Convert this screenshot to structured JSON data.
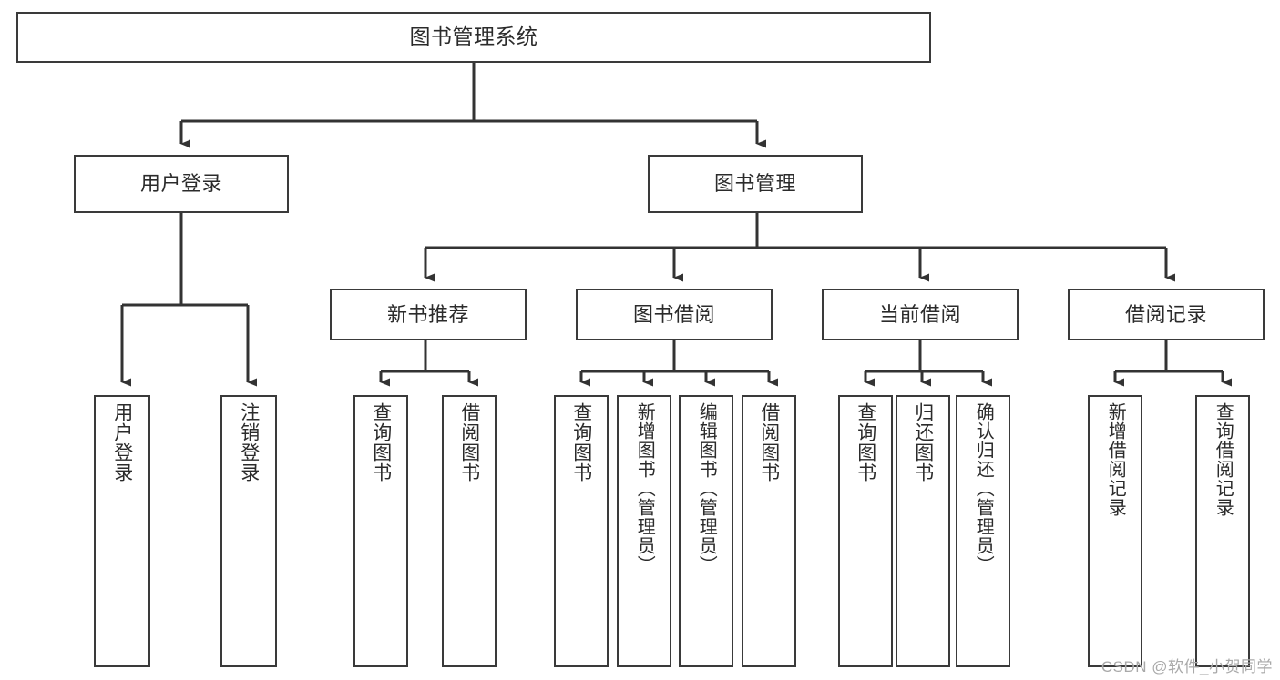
{
  "diagram": {
    "title": "图书管理系统",
    "type": "tree-hierarchy-chart",
    "colors": {
      "background": "#ffffff",
      "box_border": "#3a3a3a",
      "connector": "#333333",
      "text": "#2b2b2b",
      "watermark": "#a9a9a9"
    },
    "levels": {
      "root": {
        "label": "图书管理系统"
      },
      "level2": [
        {
          "id": "user-login",
          "label": "用户登录"
        },
        {
          "id": "book-manage",
          "label": "图书管理"
        }
      ],
      "level3": [
        {
          "id": "new-book-recommend",
          "label": "新书推荐",
          "parent": "book-manage"
        },
        {
          "id": "book-borrow",
          "label": "图书借阅",
          "parent": "book-manage"
        },
        {
          "id": "current-borrow",
          "label": "当前借阅",
          "parent": "book-manage"
        },
        {
          "id": "borrow-record",
          "label": "借阅记录",
          "parent": "book-manage"
        }
      ],
      "leaves": [
        {
          "id": "leaf-user-login",
          "label": "用户登录",
          "parent": "user-login"
        },
        {
          "id": "leaf-logout-login",
          "label": "注销登录",
          "parent": "user-login"
        },
        {
          "id": "leaf-query-book-1",
          "label": "查询图书",
          "parent": "new-book-recommend"
        },
        {
          "id": "leaf-borrow-book-1",
          "label": "借阅图书",
          "parent": "new-book-recommend"
        },
        {
          "id": "leaf-query-book-2",
          "label": "查询图书",
          "parent": "book-borrow"
        },
        {
          "id": "leaf-add-book",
          "label": "新增图书（管理员）",
          "parent": "book-borrow"
        },
        {
          "id": "leaf-edit-book",
          "label": "编辑图书（管理员）",
          "parent": "book-borrow"
        },
        {
          "id": "leaf-borrow-book-2",
          "label": "借阅图书",
          "parent": "book-borrow"
        },
        {
          "id": "leaf-query-book-3",
          "label": "查询图书",
          "parent": "current-borrow"
        },
        {
          "id": "leaf-return-book",
          "label": "归还图书",
          "parent": "current-borrow"
        },
        {
          "id": "leaf-confirm-return",
          "label": "确认归还（管理员）",
          "parent": "current-borrow"
        },
        {
          "id": "leaf-add-record",
          "label": "新增借阅记录",
          "parent": "borrow-record"
        },
        {
          "id": "leaf-query-record",
          "label": "查询借阅记录",
          "parent": "borrow-record"
        }
      ]
    }
  },
  "watermark": {
    "text": "CSDN @软件_小贺同学"
  }
}
